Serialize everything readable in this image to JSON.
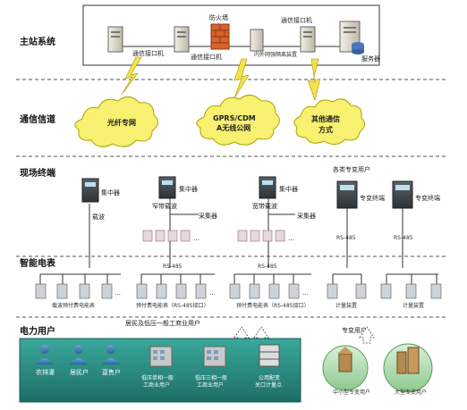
{
  "sections": {
    "master": "主站系统",
    "channel": "通信信道",
    "field": "现场终端",
    "meter": "智能电表",
    "users": "电力用户"
  },
  "master": {
    "comm1": "通信接口机",
    "comm2": "通信接口机",
    "firewall": "防火墙",
    "comm3": "通信接口机",
    "isolation": "内外网强隔离装置",
    "server": "服务器"
  },
  "channels": {
    "fiber": "光纤专网",
    "gprs_line1": "GPRS/CDM",
    "gprs_line2": "A无线公网",
    "other_line1": "其他通信",
    "other_line2": "方式"
  },
  "field": {
    "conc1": "集中器",
    "carrier1": "载波",
    "conc2": "集中器",
    "narrow": "窄带载波",
    "collector1": "采集器",
    "conc3": "集中器",
    "wide": "宽带载波",
    "collector2": "采集器",
    "users_all": "各类专变用户",
    "term1": "专变终端",
    "term2": "专变终端",
    "rs485_a": "RS-485",
    "rs485_b": "RS-485"
  },
  "meters": {
    "rs485_1": "RS-485",
    "rs485_2": "RS-485",
    "g1": "载波预付费电能表",
    "g2": "预付费电能表（RS-485接口）",
    "g3": "预付费电能表（RS-485接口）",
    "g4": "计量装置",
    "g5": "计量装置"
  },
  "users": {
    "banner_left": "居民及低压一般工商业用户",
    "banner_right": "专变用户",
    "u1": "农排灌",
    "u2": "居民户",
    "u3": "趸售户",
    "u4_line1": "低压单相一般",
    "u4_line2": "工商业用户",
    "u5_line1": "低压三相一般",
    "u5_line2": "工商业用户",
    "u6_line1": "公用配变",
    "u6_line2": "关口计量点",
    "u7": "中小型专变用户",
    "u8": "大型专变用户"
  },
  "ellipsis": "…"
}
